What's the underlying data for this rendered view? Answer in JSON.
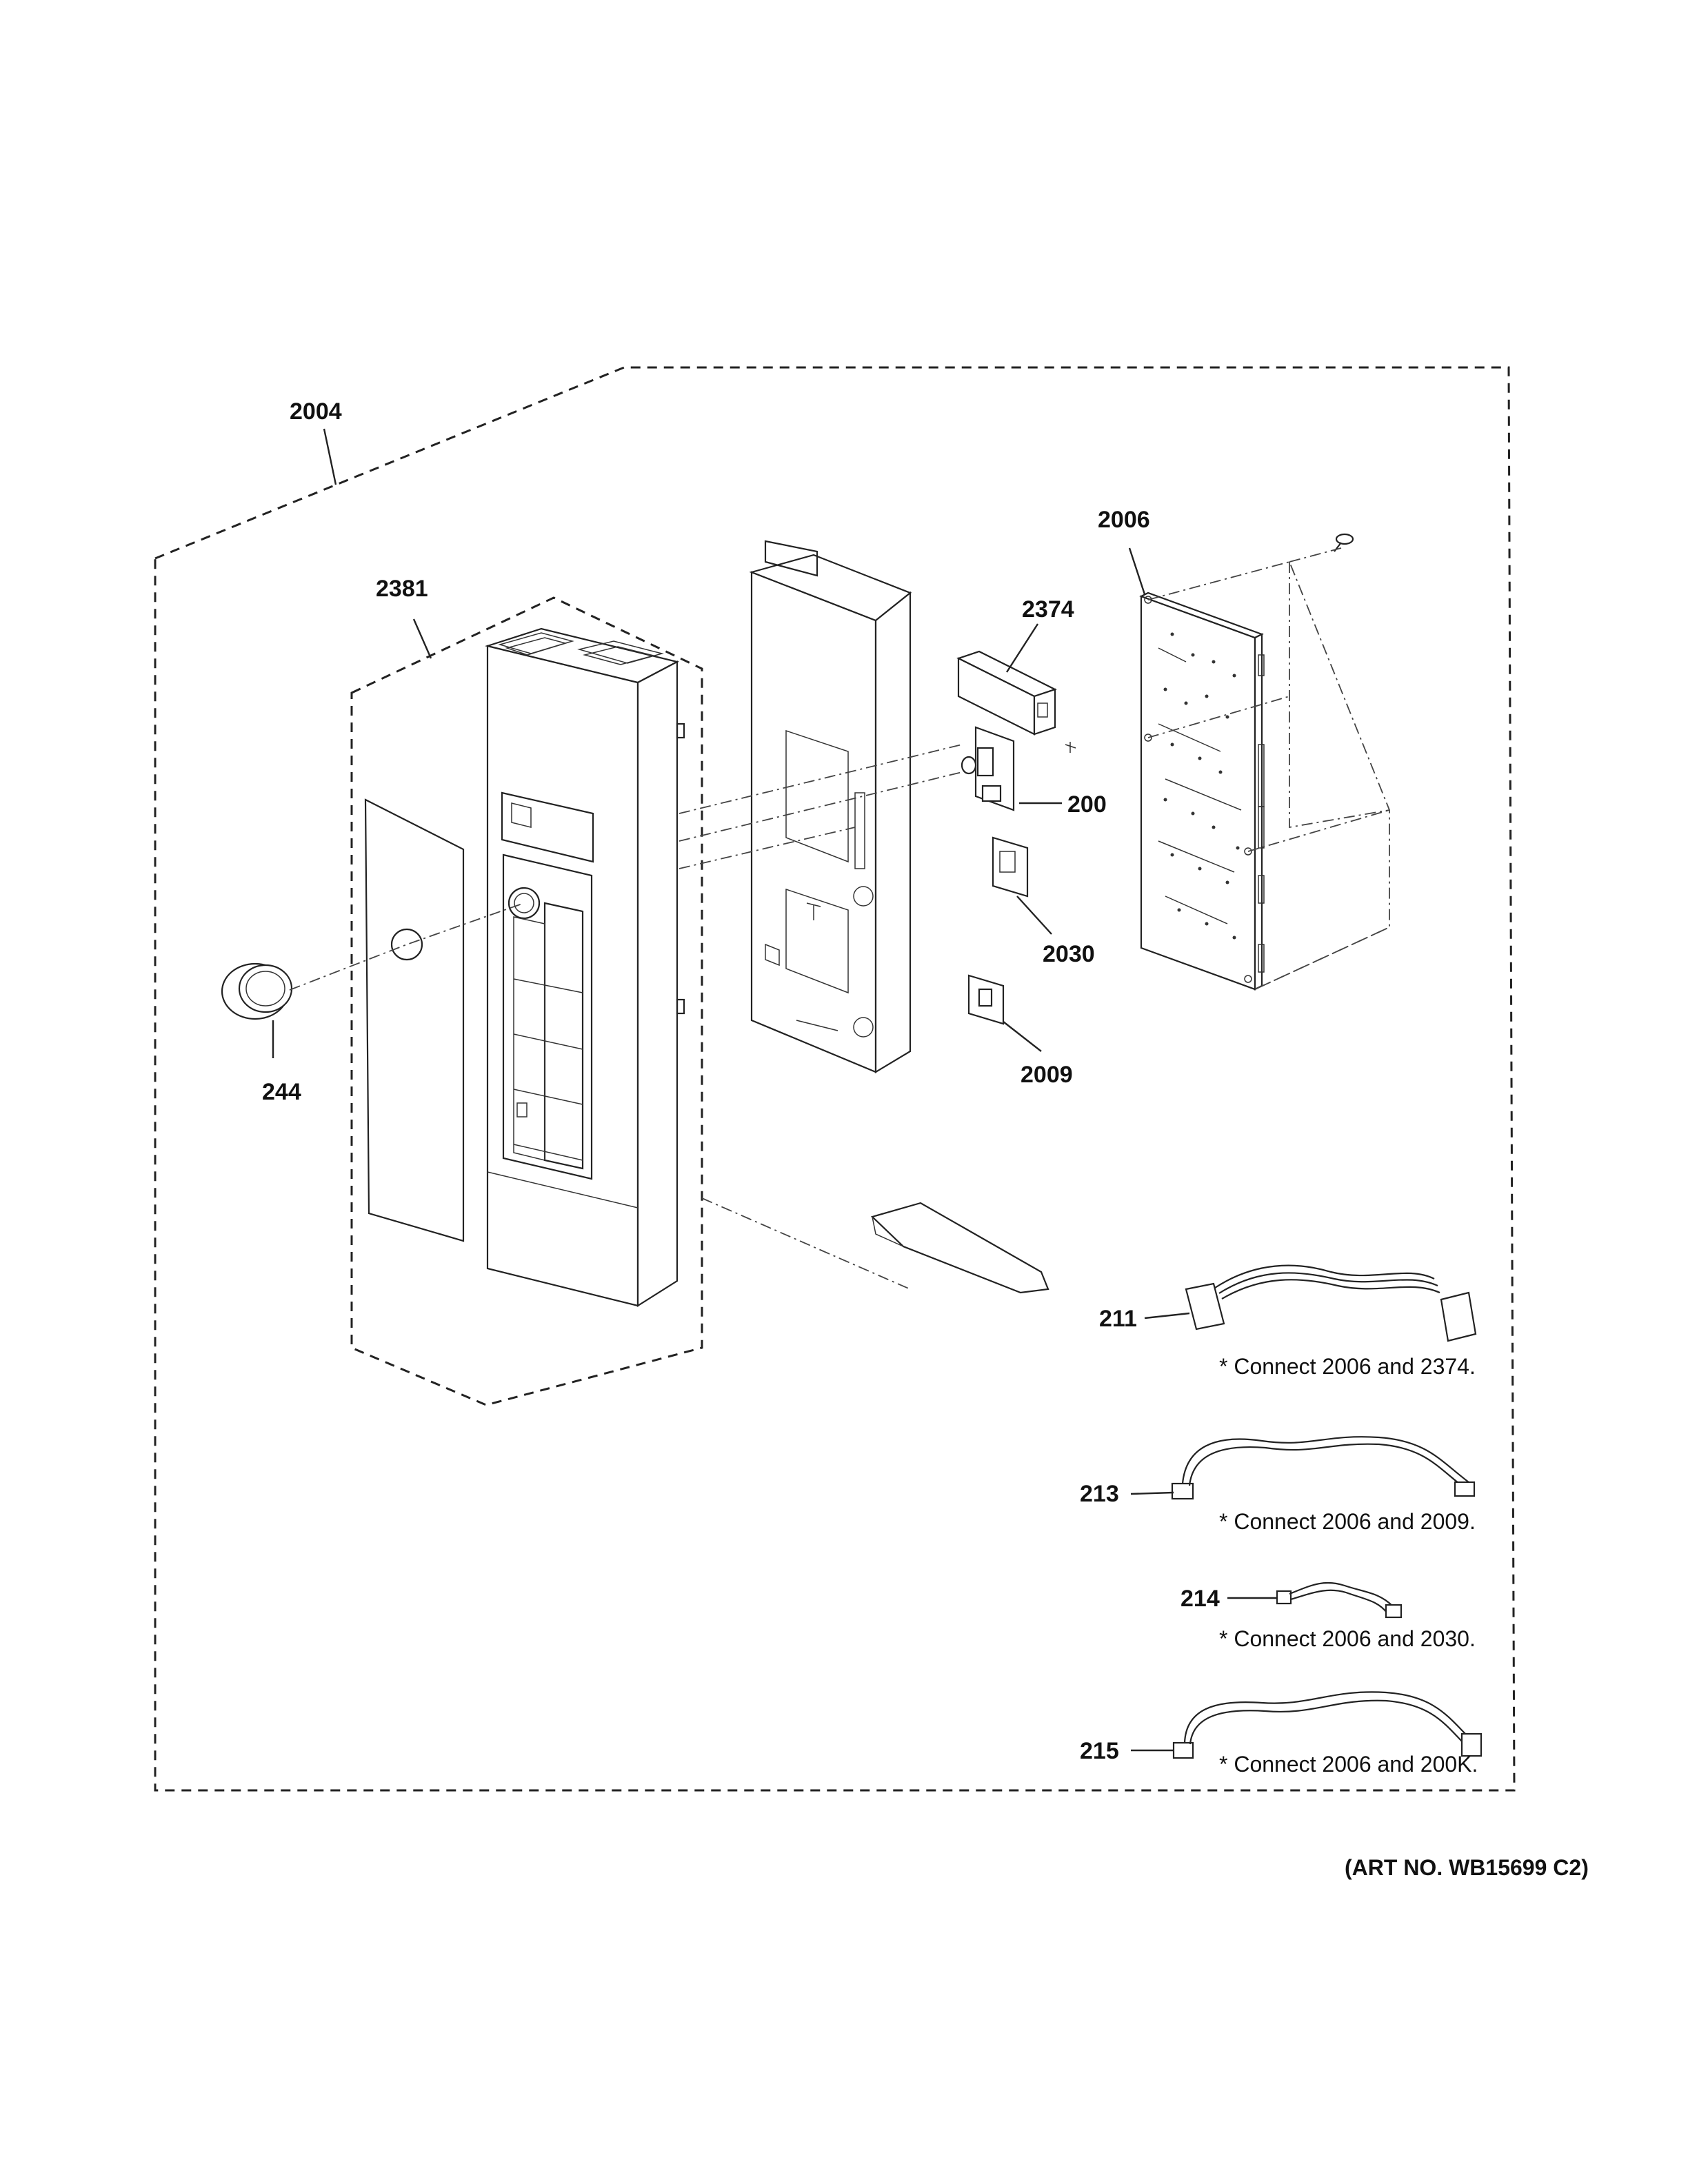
{
  "parts": {
    "p2004": "2004",
    "p2381": "2381",
    "p244": "244",
    "p2006": "2006",
    "p2374": "2374",
    "p200": "200",
    "p2030": "2030",
    "p2009": "2009",
    "p211": "211",
    "p213": "213",
    "p214": "214",
    "p215": "215"
  },
  "notes": {
    "n211": "* Connect 2006 and 2374.",
    "n213": "* Connect 2006 and 2009.",
    "n214": "* Connect 2006 and 2030.",
    "n215": "* Connect 2006 and 200K."
  },
  "art_number": "(ART NO. WB15699 C2)"
}
